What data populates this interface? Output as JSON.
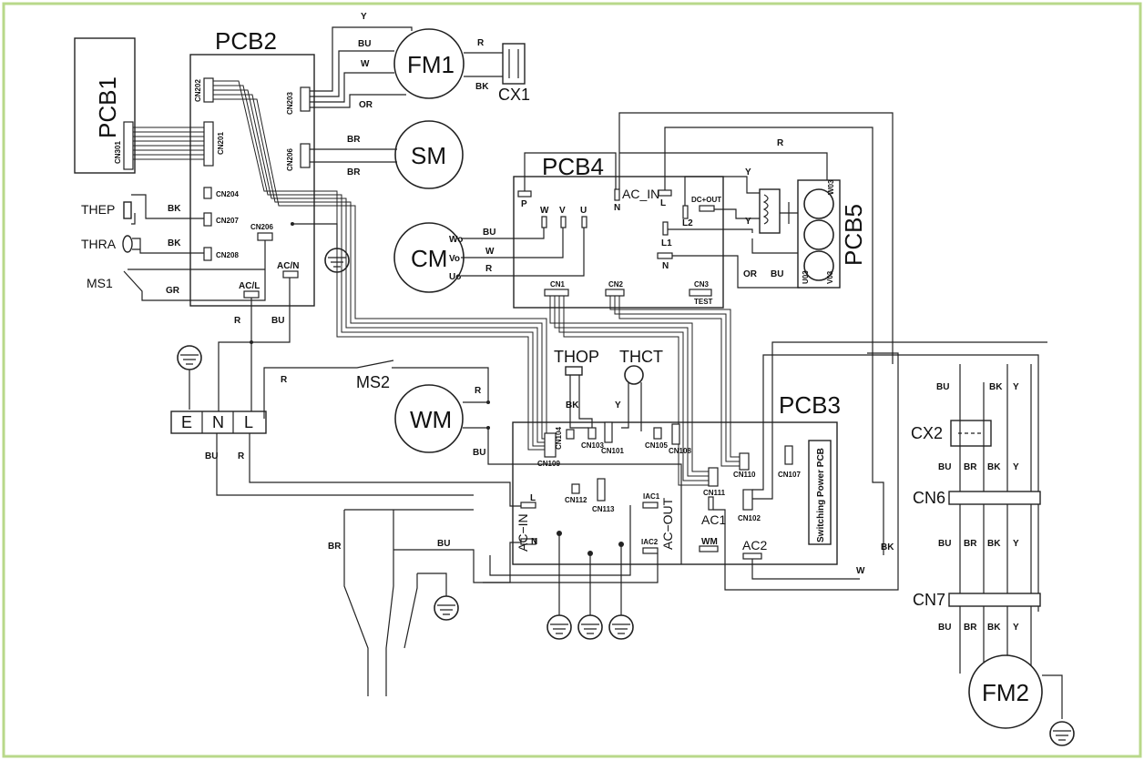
{
  "boards": {
    "pcb1": "PCB1",
    "pcb2": "PCB2",
    "pcb3": "PCB3",
    "pcb4": "PCB4",
    "pcb5": "PCB5",
    "switching_power": "Switching Power PCB"
  },
  "components": {
    "fm1": "FM1",
    "fm2": "FM2",
    "sm": "SM",
    "cm": "CM",
    "wm": "WM",
    "cx1": "CX1",
    "cx2": "CX2",
    "cn6": "CN6",
    "cn7": "CN7",
    "thep": "THEP",
    "thra": "THRA",
    "thop": "THOP",
    "thct": "THCT",
    "ms1": "MS1",
    "ms2": "MS2"
  },
  "terminal_block": [
    "E",
    "N",
    "L"
  ],
  "connectors": {
    "cn301": "CN301",
    "cn202": "CN202",
    "cn201": "CN201",
    "cn203": "CN203",
    "cn206a": "CN206",
    "cn204": "CN204",
    "cn207": "CN207",
    "cn208": "CN208",
    "cn206b": "CN206",
    "ac_l": "AC/L",
    "ac_n": "AC/N",
    "cn1": "CN1",
    "cn2": "CN2",
    "cn3": "CN3",
    "test": "TEST",
    "p": "P",
    "n_pcb4": "N",
    "ac_in4": "AC_IN",
    "l_pcb4": "L",
    "dc_out": "DC+OUT",
    "l2": "L2",
    "l1": "L1",
    "n_pcb4b": "N",
    "u": "U",
    "v": "V",
    "w": "W",
    "uo": "Uo",
    "vo": "Vo",
    "wo": "Wo",
    "cn109": "CN109",
    "cn104": "CN104",
    "cn103": "CN103",
    "cn101": "CN101",
    "cn105": "CN105",
    "cn108": "CN108",
    "cn110": "CN110",
    "cn107": "CN107",
    "cn111": "CN111",
    "cn112": "CN112",
    "cn113": "CN113",
    "cn102": "CN102",
    "l_ac_in": "L",
    "n_ac_in": "N",
    "ac_in3": "AC−IN",
    "ac_out": "AC−OUT",
    "iac1": "IAC1",
    "iac2": "IAC2",
    "wm_pin": "WM",
    "ac1": "AC1",
    "ac2": "AC2",
    "pcb5_u": "U03",
    "pcb5_v": "V03",
    "pcb5_w": "W03"
  },
  "wire_colors": {
    "y": "Y",
    "bu": "BU",
    "w": "W",
    "or": "OR",
    "r": "R",
    "bk": "BK",
    "br": "BR",
    "gr": "GR"
  }
}
